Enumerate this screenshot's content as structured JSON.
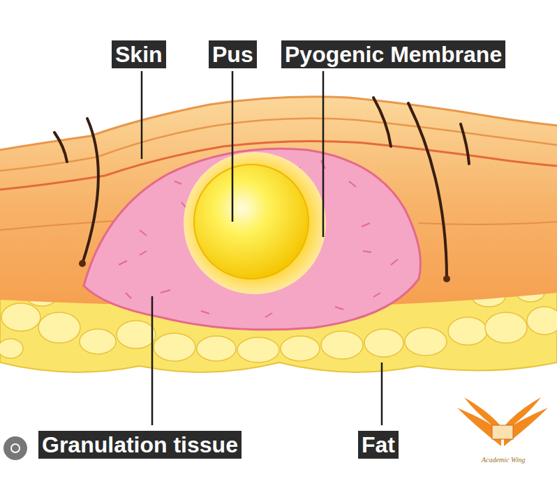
{
  "diagram": {
    "labels": [
      "Skin",
      "Pus",
      "Pyogenic Membrane",
      "Granulation tissue",
      "Fat",
      "Academic Wing"
    ]
  }
}
